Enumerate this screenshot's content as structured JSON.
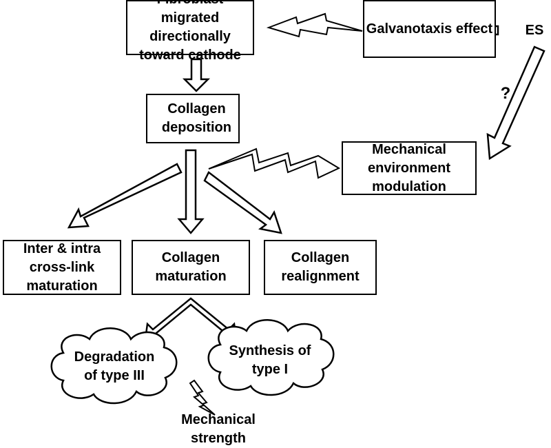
{
  "nodes": {
    "fibroblast": [
      "Fibroblast migrated",
      "directionally",
      "toward cathode"
    ],
    "galvanotaxis": [
      "Galvanotaxis effect"
    ],
    "es": "ES",
    "question": "?",
    "collagen_deposition": [
      "Collagen",
      "deposition"
    ],
    "mechanical_env": [
      "Mechanical",
      "environment",
      "modulation"
    ],
    "crosslink": [
      "Inter & intra",
      "cross-link",
      "maturation"
    ],
    "collagen_maturation": [
      "Collagen",
      "maturation"
    ],
    "collagen_realignment": [
      "Collagen",
      "realignment"
    ],
    "degradation": [
      "Degradation",
      "of type III"
    ],
    "synthesis": [
      "Synthesis of",
      "type I"
    ],
    "mechanical_strength": "Mechanical strength"
  },
  "icons": {
    "up_arrow": "up-arrow-icon",
    "lightning": "lightning-bolt-icon"
  },
  "colors": {
    "stroke": "#000000",
    "fill": "#ffffff"
  }
}
